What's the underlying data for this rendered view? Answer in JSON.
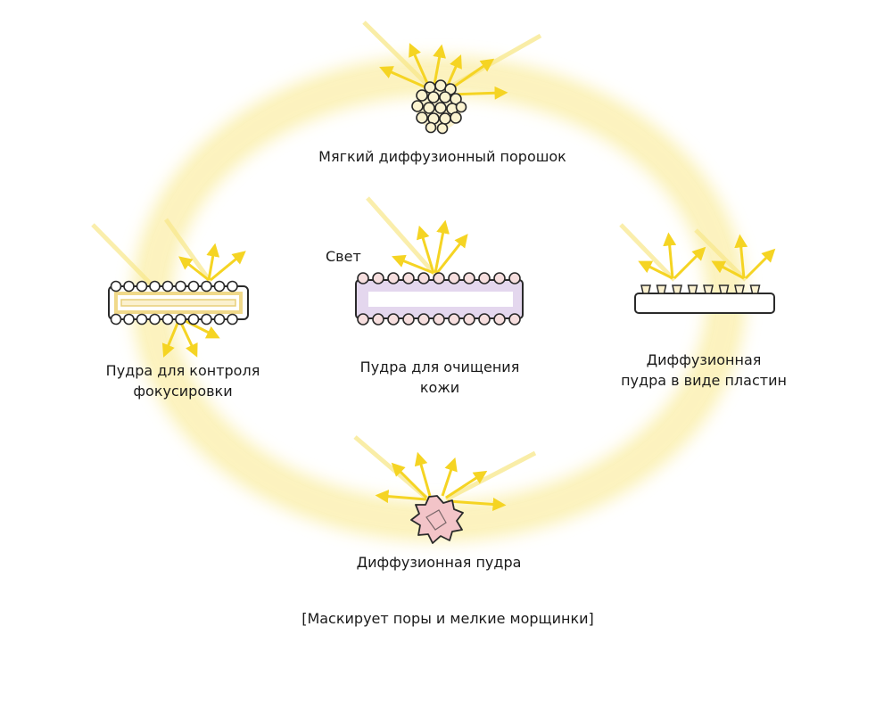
{
  "labels": {
    "top": "Мягкий диффузионный порошок",
    "light": "Свет",
    "left_line1": "Пудра для контроля",
    "left_line2": "фокусировки",
    "center_line1": "Пудра для очищения",
    "center_line2": "кожи",
    "right_line1": "Диффузионная",
    "right_line2": "пудра в виде пластин",
    "bottom": "Диффузионная пудра",
    "caption": "[Маскирует поры и мелкие морщинки]"
  },
  "colors": {
    "ring": "#fbf0b0",
    "ray": "#f5d423",
    "ray_soft": "#f8e88a",
    "outline": "#2a2a2a",
    "center_fill": "#e4d7ee",
    "bead_fill": "#f6dede",
    "left_fill": "#fbf1cf",
    "bottom_fill": "#f3c4c8"
  },
  "icons": {
    "ring": "halo-ring",
    "light_ray": "light-ray-arrow",
    "top": "sphere-cluster-icon",
    "left": "bead-plate-icon",
    "center": "bead-plate-icon",
    "right": "platelet-bar-icon",
    "bottom": "irregular-particle-icon"
  }
}
